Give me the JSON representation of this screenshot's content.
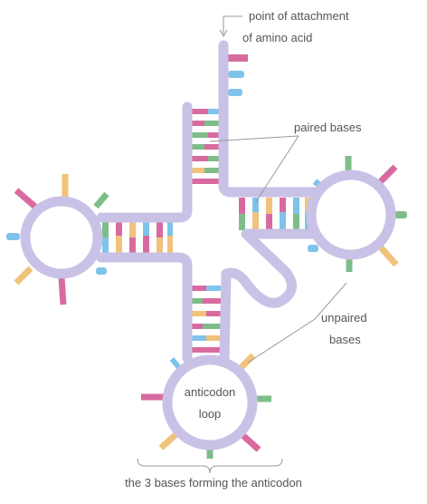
{
  "labels": {
    "attachment_line1": "point of attachment",
    "attachment_line2": "of amino acid",
    "paired": "paired bases",
    "unpaired_line1": "unpaired",
    "unpaired_line2": "bases",
    "anticodon_line1": "anticodon",
    "anticodon_line2": "loop",
    "anticodon_bases": "the 3 bases forming the anticodon"
  },
  "colors": {
    "backbone": "#c9c2e6",
    "backbone_outline": "#b3abd8",
    "base_pink": "#d96aa0",
    "base_yellow": "#f0c27b",
    "base_green": "#7ebd8a",
    "base_blue": "#7fc3ea",
    "label_text": "#555555",
    "pointer_line": "#999999"
  }
}
